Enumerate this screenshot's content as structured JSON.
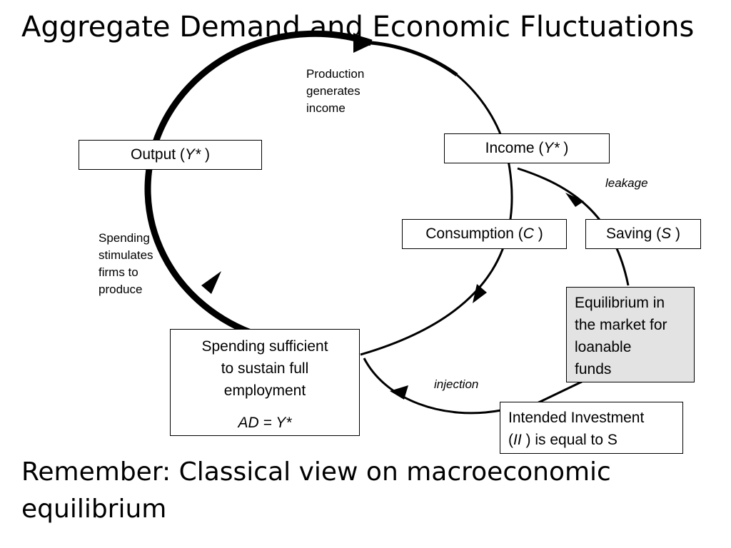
{
  "slide": {
    "title": "Aggregate Demand and Economic Fluctuations",
    "footer_line1": "Remember: Classical view on macroeconomic",
    "footer_line2": "equilibrium"
  },
  "diagram": {
    "output": {
      "prefix": "Output (",
      "var": "Y*",
      "suffix": " )"
    },
    "income": {
      "prefix": "Income (",
      "var": "Y*",
      "suffix": " )"
    },
    "consumption": {
      "prefix": "Consumption (",
      "var": "C",
      "suffix": " )"
    },
    "saving": {
      "prefix": "Saving (",
      "var": "S",
      "suffix": " )"
    },
    "loanable": [
      "Equilibrium in",
      "the market for",
      "loanable",
      "funds"
    ],
    "investment": {
      "line1": "Intended Investment",
      "open": "(",
      "var": "II",
      "rest": " ) is equal to S"
    },
    "spending": {
      "line1": "Spending sufficient",
      "line2": "to sustain full",
      "line3": "employment",
      "equation": "AD = Y*"
    },
    "production_label": [
      "Production",
      "generates",
      "income"
    ],
    "stimulates_label": [
      "Spending",
      "stimulates",
      "firms to",
      "produce"
    ],
    "leakage_label": "leakage",
    "injection_label": "injection",
    "colors": {
      "loanable_fill": "#e3e3e3",
      "stroke": "#000000"
    }
  }
}
